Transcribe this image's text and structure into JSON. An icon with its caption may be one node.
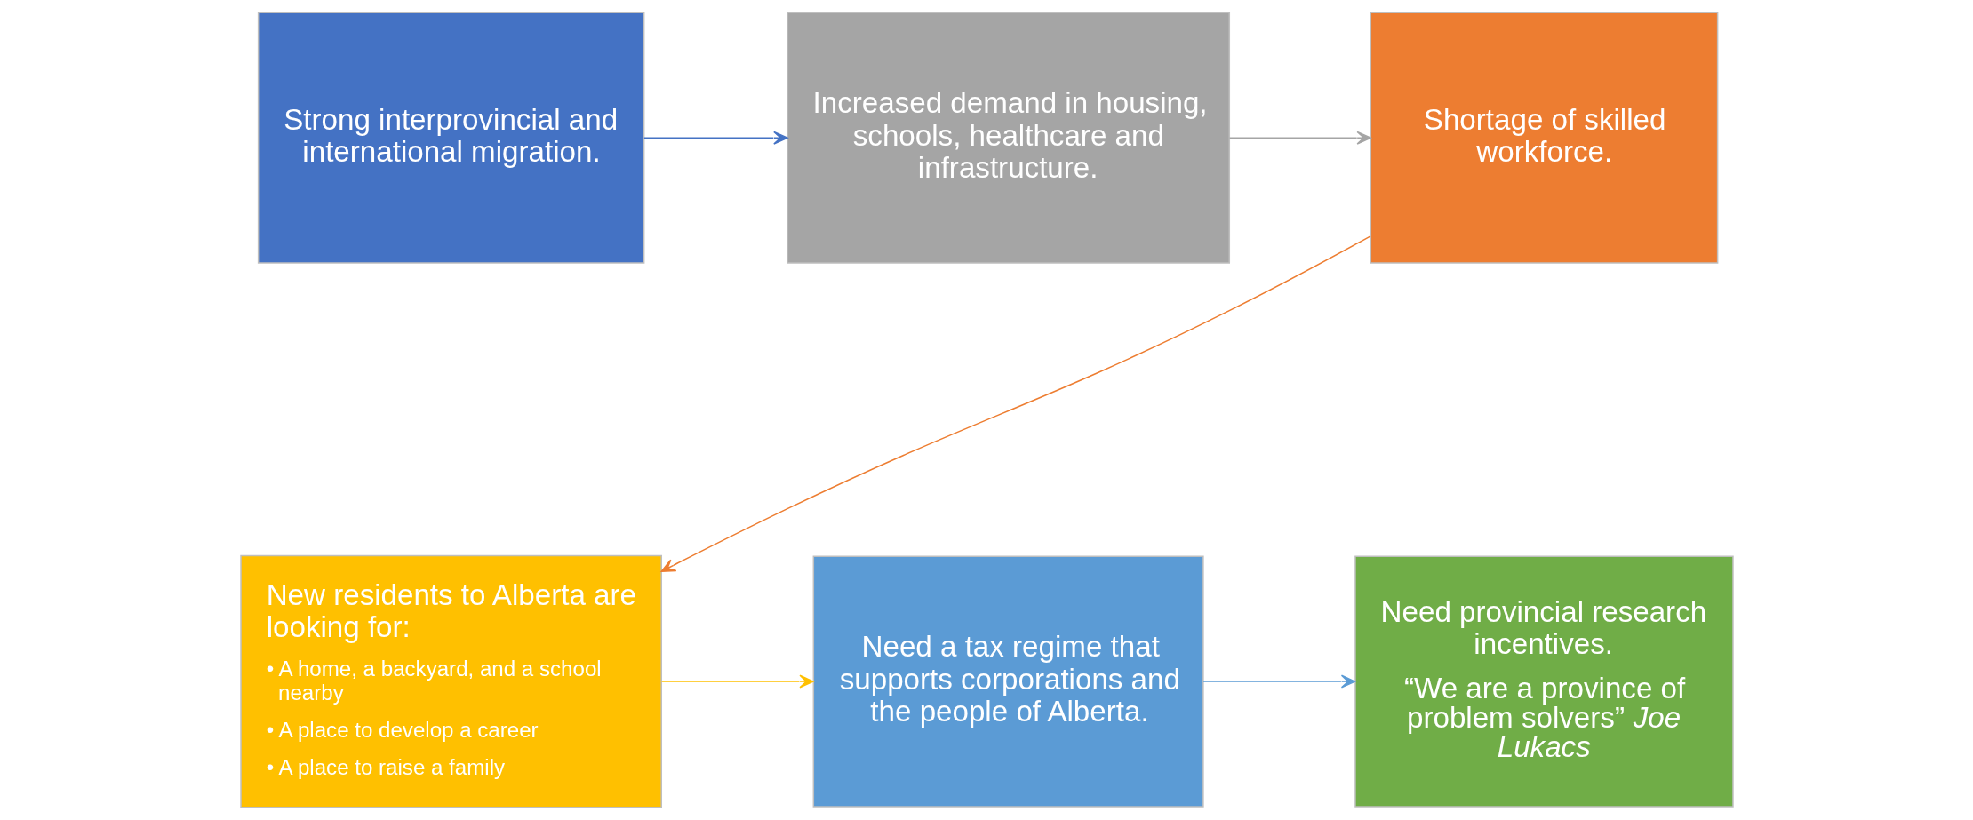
{
  "diagram": {
    "nodes": [
      {
        "text": [
          "Strong interprovincial and international migration."
        ]
      },
      {
        "text": [
          "Increased demand in housing, schools, healthcare and infrastructure."
        ]
      },
      {
        "text": [
          "Shortage of skilled workforce."
        ]
      },
      {
        "text": [
          "New residents to Alberta are looking for:",
          "• A home, a backyard, and a school nearby",
          "• A place to develop a career",
          "• A place to raise a family"
        ]
      },
      {
        "text": [
          "Need a tax regime that supports corporations and the people of Alberta."
        ]
      },
      {
        "text": [
          "Need provincial research incentives.",
          "“We are a province of problem solvers” *Joe Lukacs*"
        ]
      }
    ],
    "edges": [
      {
        "from": 0,
        "to": 1,
        "arrow": "to",
        "color": "#4472c4"
      },
      {
        "from": 1,
        "to": 2,
        "arrow": "to",
        "color": "#a5a5a5"
      },
      {
        "from": 2,
        "to": 3,
        "arrow": "to",
        "color": "#ed7d31"
      },
      {
        "from": 3,
        "to": 4,
        "arrow": "to",
        "color": "#ffc000"
      },
      {
        "from": 4,
        "to": 5,
        "arrow": "to",
        "color": "#5b9bd5"
      }
    ]
  }
}
